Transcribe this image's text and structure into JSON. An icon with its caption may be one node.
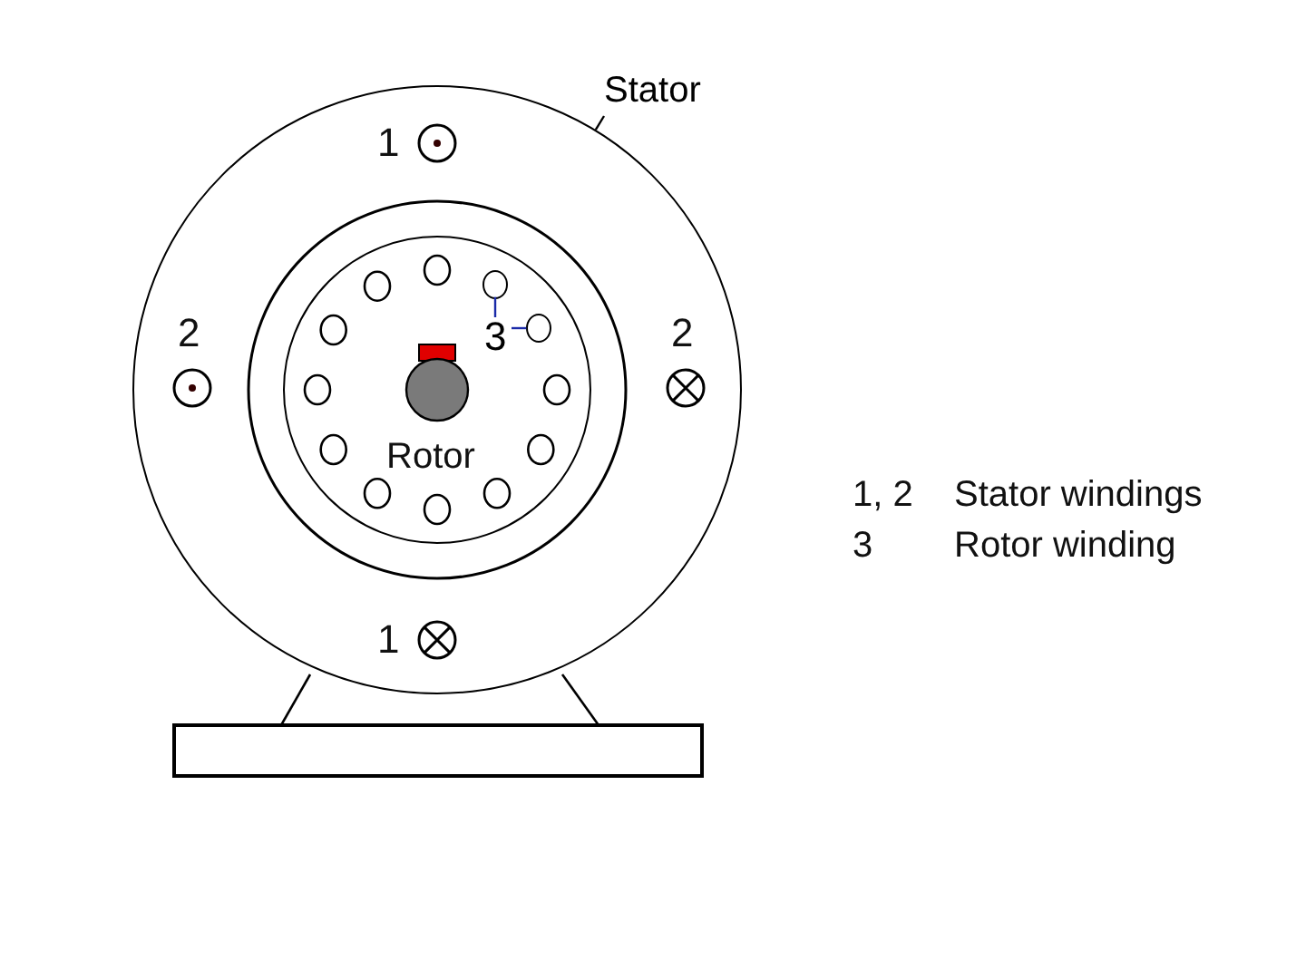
{
  "diagram": {
    "nodes": [
      {
        "text": [
          "Stator"
        ]
      },
      {
        "text": [],
        "shape": "circle"
      },
      {
        "text": [
          "Rotor"
        ],
        "in": 1
      },
      {
        "text": [
          "3"
        ],
        "in": 2
      },
      {
        "text": [],
        "shape": "circle",
        "in": 2
      },
      {
        "text": [],
        "shape": "circle",
        "in": 2
      }
    ],
    "edges": [
      {
        "from": 0,
        "to": 1,
        "arrow": "none",
        "color": "#000000"
      },
      {
        "from": 3,
        "to": 4,
        "arrow": "none",
        "color": "#1a2aa8"
      },
      {
        "from": 3,
        "to": 5,
        "arrow": "none",
        "color": "#1a2aa8"
      }
    ],
    "labels": [
      "1",
      "2",
      "2",
      "1",
      "1, 2",
      "Stator windings",
      "3",
      "Rotor winding"
    ]
  }
}
